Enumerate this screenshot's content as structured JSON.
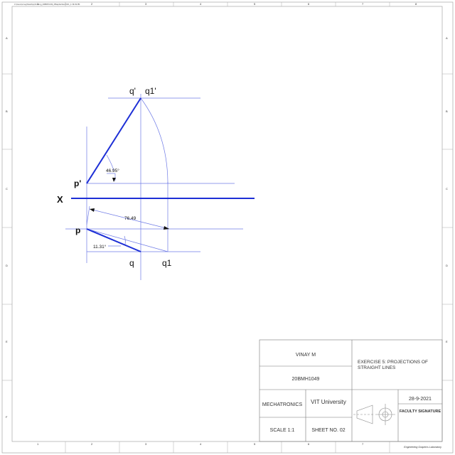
{
  "file_path": "C:\\Users\\vinay\\Desktop\\drawing_20BMH1049_28September2021_1:36:09 PM",
  "border": {
    "col_labels": [
      "1",
      "2",
      "3",
      "4",
      "5",
      "6",
      "7",
      "8"
    ],
    "row_labels": [
      "A",
      "B",
      "C",
      "D",
      "E",
      "F"
    ]
  },
  "drawing": {
    "label_q_prime": "q'",
    "label_q1_prime": "q1'",
    "label_p_prime": "p'",
    "label_x": "X",
    "label_p": "p",
    "label_q": "q",
    "label_q1": "q1",
    "angle_top": "46.95°",
    "dim_length": "76.49",
    "angle_bottom": "11.31°"
  },
  "title_block": {
    "name": "VINAY M",
    "reg_no": "20BMH1049",
    "exercise": "EXERCISE 5: PROJECTIONS OF STRAIGHT LINES",
    "department": "MECHATRONICS",
    "university": "VIT University",
    "date": "28-9-2021",
    "faculty": "FACULTY SIGNATURE",
    "scale": "SCALE 1:1",
    "sheet": "SHEET NO. 02",
    "lab": "Engineering Graphics Laboratory"
  }
}
